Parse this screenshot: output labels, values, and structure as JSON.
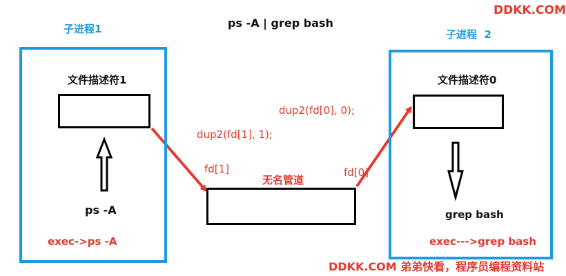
{
  "title": "ps -A | grep bash",
  "watermark_top": "DDKK.COM",
  "watermark_bottom": "DDKK.COM 弟弟快看，程序员编程资料站",
  "left_process": {
    "label": "子进程1",
    "fd_label": "文件描述符1",
    "command": "ps -A",
    "exec": "exec->ps -A"
  },
  "right_process": {
    "label": "子进程  2",
    "fd_label": "文件描述符0",
    "command": "grep bash",
    "exec": "exec--->grep bash"
  },
  "pipe": {
    "label": "无名管道",
    "write_end": "fd[1]",
    "read_end": "fd[0]"
  },
  "dup_calls": {
    "write": "dup2(fd[1], 1);",
    "read": "dup2(fd[0], 0);"
  },
  "colors": {
    "process_border": "#1E9BE0",
    "arrow_red": "#E23A2E",
    "text_red": "#E23A2E",
    "label_blue": "#1E9BE0"
  }
}
